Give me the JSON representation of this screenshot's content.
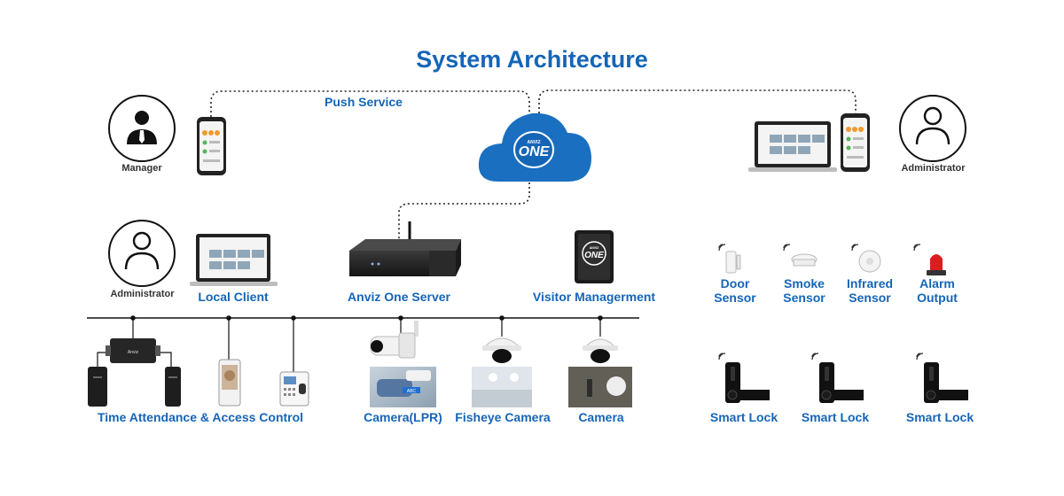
{
  "title": "System Architecture",
  "push_service": "Push Service",
  "cloud_logo": {
    "brand": "ANVIZ",
    "product": "ONE"
  },
  "tablet_logo": {
    "brand": "ANVIZ",
    "product": "ONE"
  },
  "people": {
    "manager": "Manager",
    "administrator_top": "Administrator",
    "administrator_local": "Administrator"
  },
  "labels": {
    "local_client": "Local Client",
    "server": "Anviz One Server",
    "visitor": "Visitor Managerment",
    "time_attendance": "Time Attendance & Access Control",
    "camera_lpr": "Camera(LPR)",
    "fisheye": "Fisheye Camera",
    "camera": "Camera"
  },
  "sensors": [
    {
      "line1": "Door",
      "line2": "Sensor"
    },
    {
      "line1": "Smoke",
      "line2": "Sensor"
    },
    {
      "line1": "Infrared",
      "line2": "Sensor"
    },
    {
      "line1": "Alarm",
      "line2": "Output"
    }
  ],
  "locks": [
    "Smart Lock",
    "Smart Lock",
    "Smart Lock"
  ],
  "colors": {
    "accent": "#1565b7",
    "cloud": "#1a6fc0",
    "text_dark": "#333333"
  }
}
